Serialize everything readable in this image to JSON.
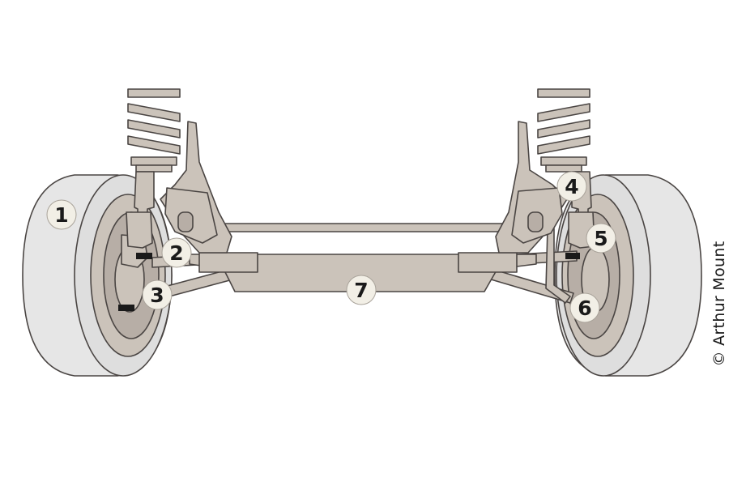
{
  "callouts": [
    {
      "id": "1",
      "label": "1"
    },
    {
      "id": "2",
      "label": "2"
    },
    {
      "id": "3",
      "label": "3"
    },
    {
      "id": "4",
      "label": "4"
    },
    {
      "id": "5",
      "label": "5"
    },
    {
      "id": "6",
      "label": "6"
    },
    {
      "id": "7",
      "label": "7"
    }
  ],
  "credit": "© Arthur Mount",
  "colors": {
    "tire": "#e6e6e6",
    "metal": "#cbc3ba",
    "outline": "#4a4543",
    "brake_dark": "#b7aea6",
    "callout_fill": "#f2efe6",
    "marker": "#1a1a1a"
  }
}
